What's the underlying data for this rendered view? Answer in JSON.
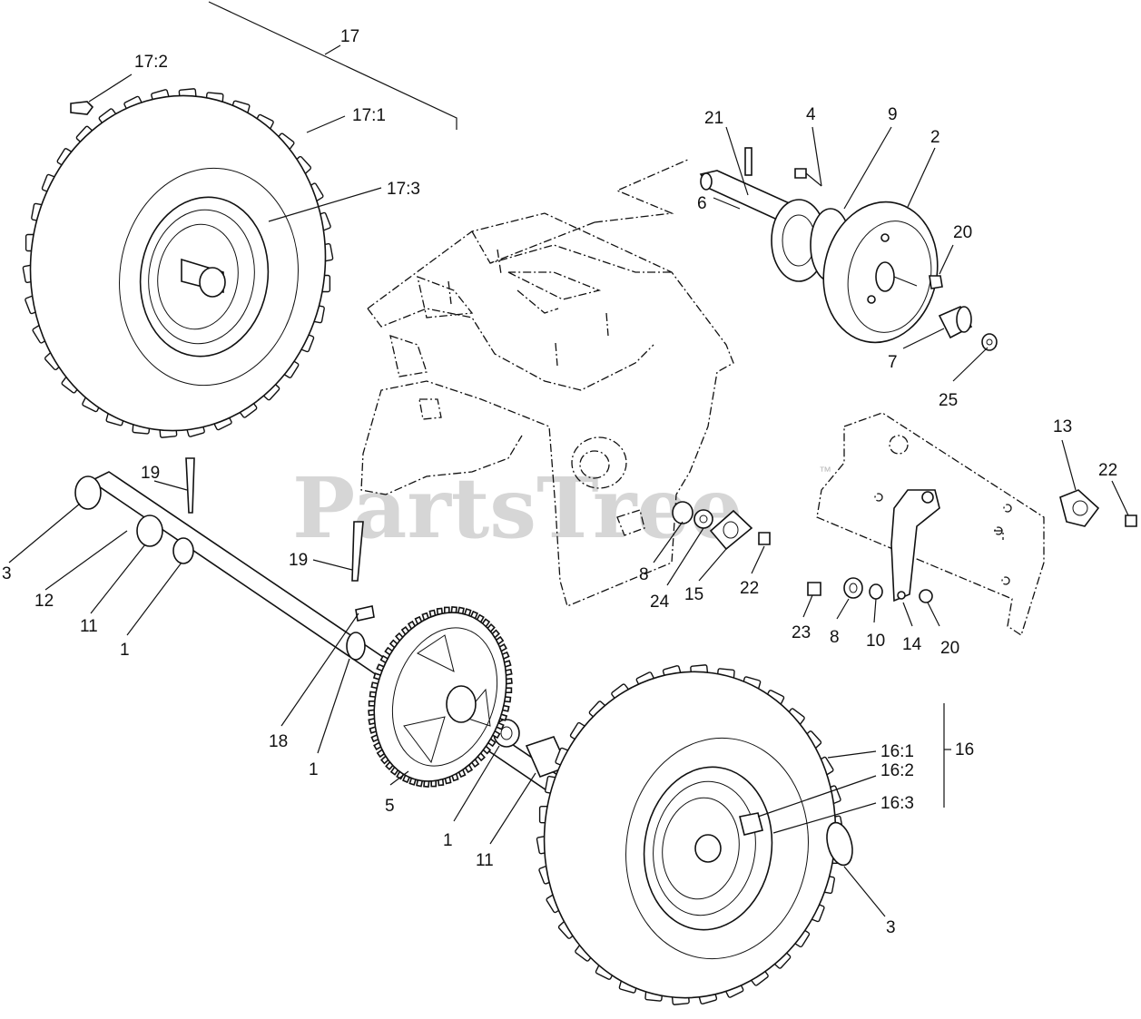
{
  "watermark": {
    "text": "PartsTree",
    "trademark": "™"
  },
  "callouts": [
    {
      "id": "c17",
      "text": "17"
    },
    {
      "id": "c17-2",
      "text": "17:2"
    },
    {
      "id": "c17-1",
      "text": "17:1"
    },
    {
      "id": "c17-3",
      "text": "17:3"
    },
    {
      "id": "c21",
      "text": "21"
    },
    {
      "id": "c4",
      "text": "4"
    },
    {
      "id": "c9",
      "text": "9"
    },
    {
      "id": "c2",
      "text": "2"
    },
    {
      "id": "c6",
      "text": "6"
    },
    {
      "id": "c20a",
      "text": "20"
    },
    {
      "id": "c7",
      "text": "7"
    },
    {
      "id": "c25",
      "text": "25"
    },
    {
      "id": "c13",
      "text": "13"
    },
    {
      "id": "c22a",
      "text": "22"
    },
    {
      "id": "c19a",
      "text": "19"
    },
    {
      "id": "c3a",
      "text": "3"
    },
    {
      "id": "c12",
      "text": "12"
    },
    {
      "id": "c11a",
      "text": "11"
    },
    {
      "id": "c1a",
      "text": "1"
    },
    {
      "id": "c19b",
      "text": "19"
    },
    {
      "id": "c8a",
      "text": "8"
    },
    {
      "id": "c24",
      "text": "24"
    },
    {
      "id": "c15",
      "text": "15"
    },
    {
      "id": "c22b",
      "text": "22"
    },
    {
      "id": "c23",
      "text": "23"
    },
    {
      "id": "c8b",
      "text": "8"
    },
    {
      "id": "c10",
      "text": "10"
    },
    {
      "id": "c14",
      "text": "14"
    },
    {
      "id": "c20b",
      "text": "20"
    },
    {
      "id": "c18",
      "text": "18"
    },
    {
      "id": "c1b",
      "text": "1"
    },
    {
      "id": "c5",
      "text": "5"
    },
    {
      "id": "c1c",
      "text": "1"
    },
    {
      "id": "c11b",
      "text": "11"
    },
    {
      "id": "c16-1",
      "text": "16:1"
    },
    {
      "id": "c16",
      "text": "16"
    },
    {
      "id": "c16-2",
      "text": "16:2"
    },
    {
      "id": "c16-3",
      "text": "16:3"
    },
    {
      "id": "c3b",
      "text": "3"
    }
  ]
}
